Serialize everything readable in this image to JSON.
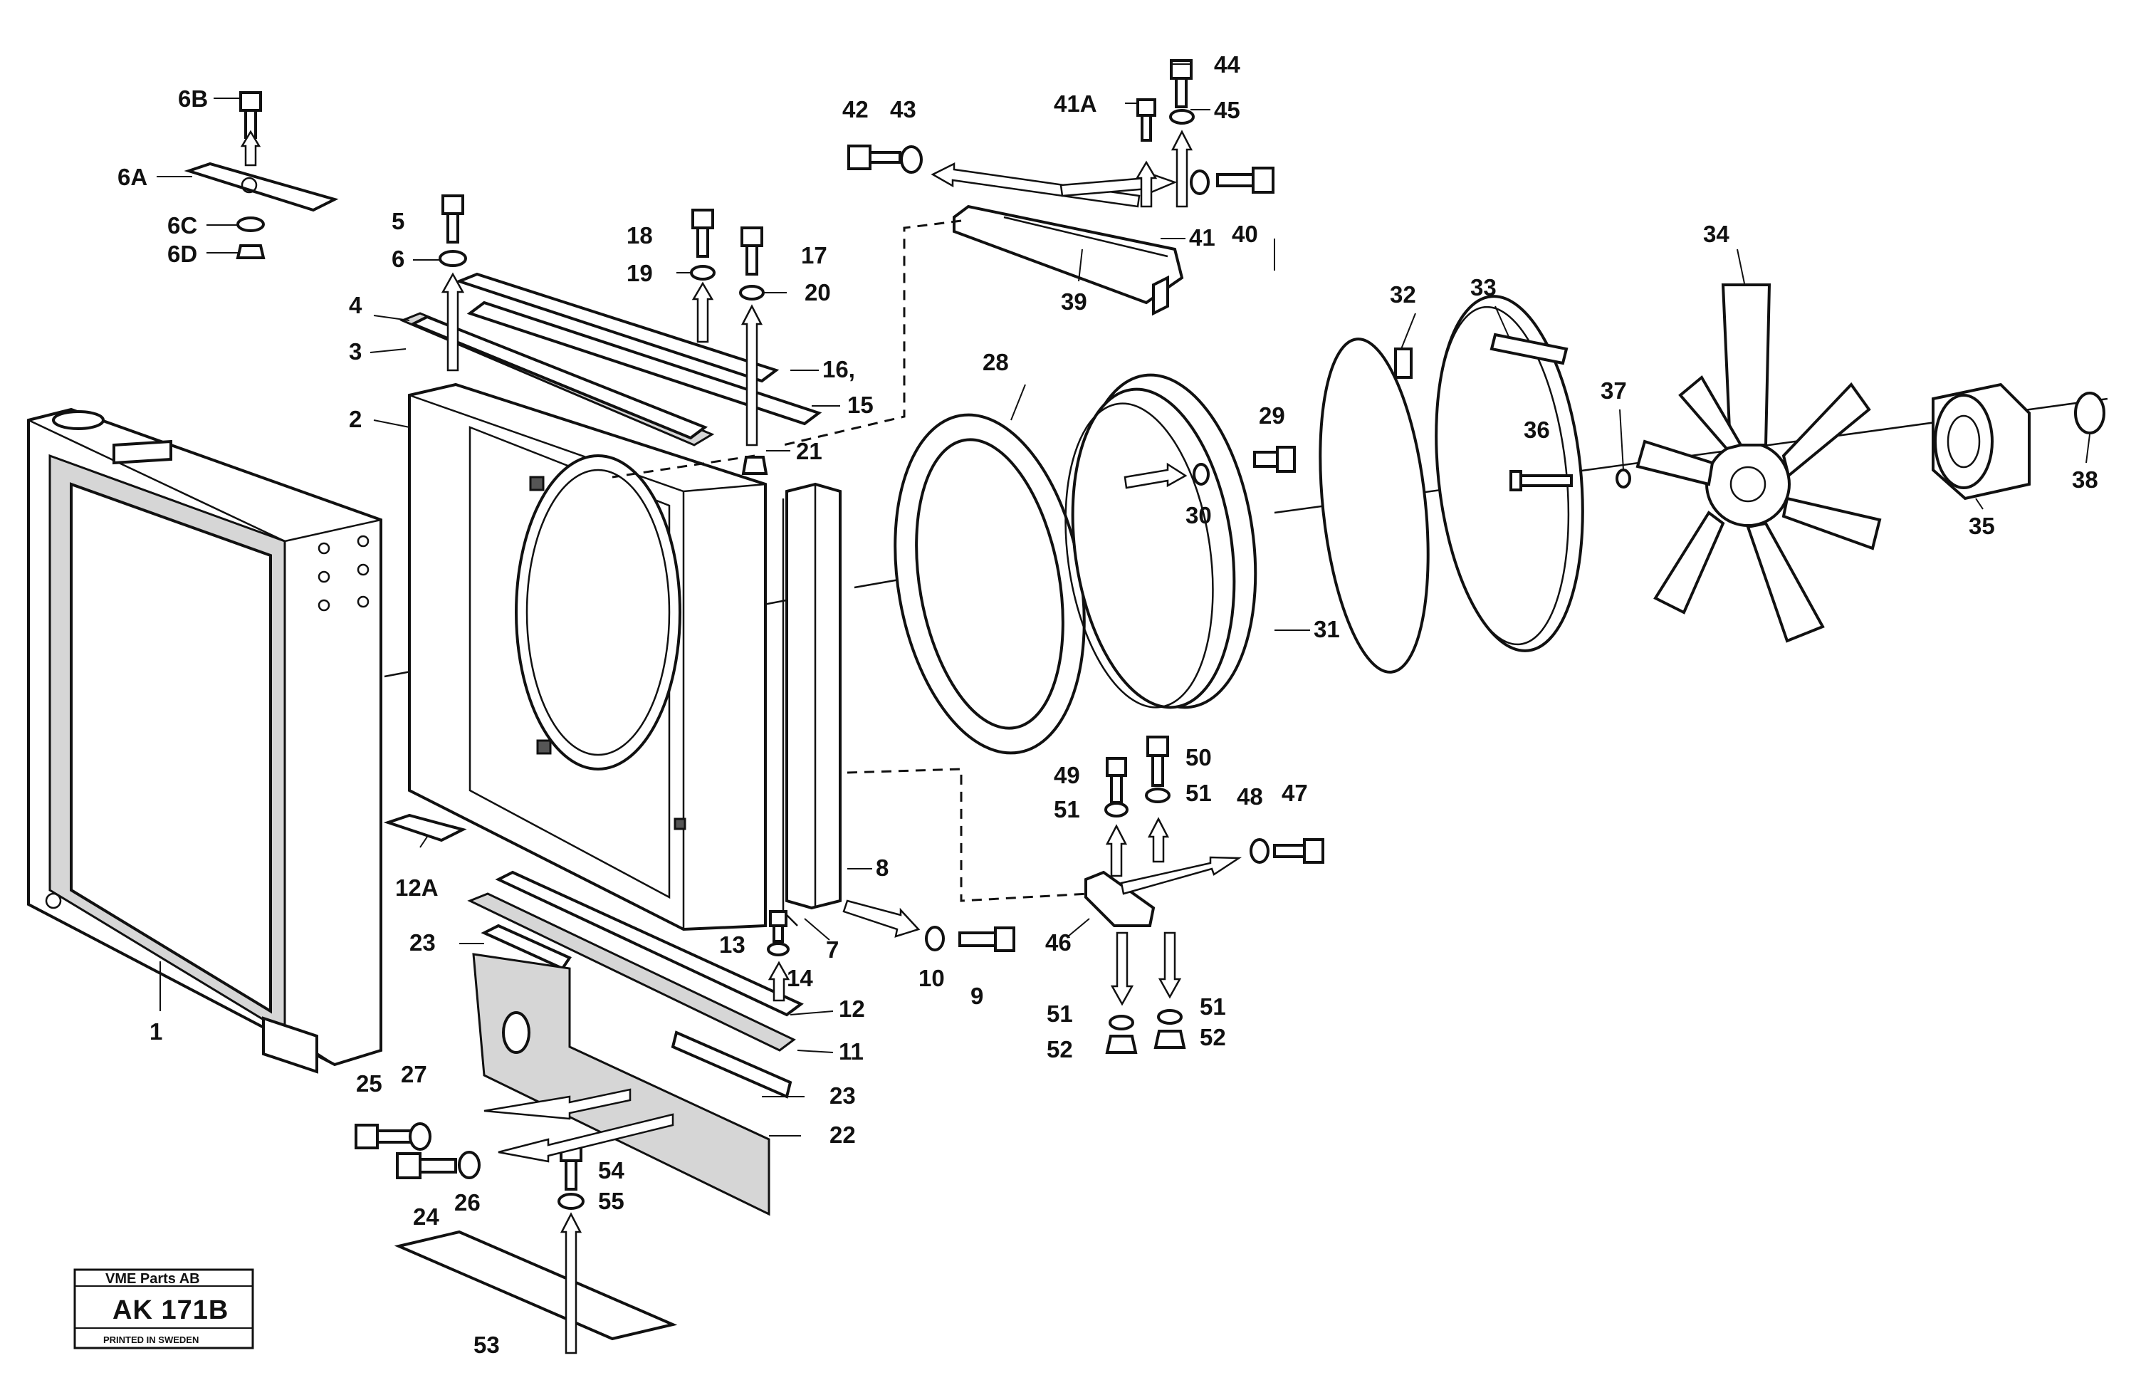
{
  "labels": {
    "l1": "1",
    "l2": "2",
    "l3": "3",
    "l4": "4",
    "l5": "5",
    "l6": "6",
    "l6a": "6A",
    "l6b": "6B",
    "l6c": "6C",
    "l6d": "6D",
    "l7": "7",
    "l8": "8",
    "l9": "9",
    "l10": "10",
    "l11": "11",
    "l12": "12",
    "l12a": "12A",
    "l13": "13",
    "l14": "14",
    "l15": "15",
    "l16": "16,",
    "l17": "17",
    "l18": "18",
    "l19": "19",
    "l20": "20",
    "l21": "21",
    "l22": "22",
    "l23a": "23",
    "l23b": "23",
    "l24": "24",
    "l25": "25",
    "l26": "26",
    "l27": "27",
    "l28": "28",
    "l29": "29",
    "l30": "30",
    "l31": "31",
    "l32": "32",
    "l33": "33",
    "l34": "34",
    "l35": "35",
    "l36": "36",
    "l37": "37",
    "l38": "38",
    "l39": "39",
    "l40": "40",
    "l41": "41",
    "l41a": "41A",
    "l42": "42",
    "l43": "43",
    "l44": "44",
    "l45": "45",
    "l46": "46",
    "l47": "47",
    "l48": "48",
    "l49": "49",
    "l50": "50",
    "l51a": "51",
    "l51b": "51",
    "l51c": "51",
    "l51d": "51",
    "l52a": "52",
    "l52b": "52",
    "l53": "53",
    "l54": "54",
    "l55": "55"
  },
  "stamp": {
    "company": "VME Parts AB",
    "code": "AK 171B",
    "printed": "PRINTED IN SWEDEN"
  },
  "colors": {
    "ink": "#111111",
    "paper": "#ffffff",
    "shade": "#d6d6d6"
  }
}
